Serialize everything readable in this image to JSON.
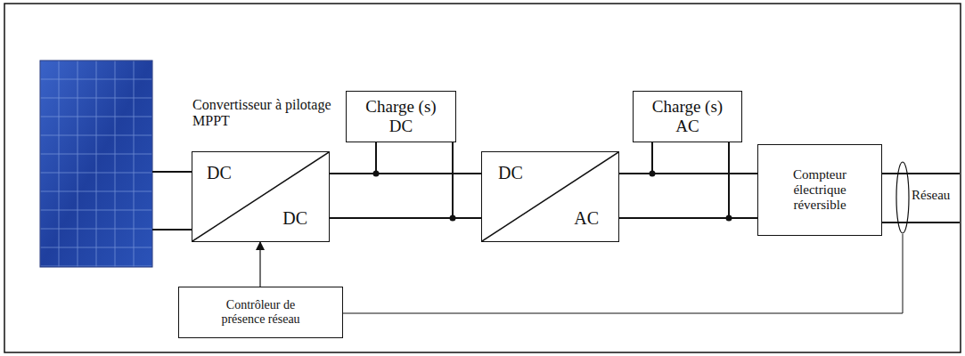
{
  "diagram": {
    "nodes": [
      {
        "text": [
          "Convertisseur à pilotage MPPT",
          "DC",
          "DC"
        ]
      },
      {
        "text": [
          "Charge (s) DC"
        ]
      },
      {
        "text": [
          "DC",
          "AC"
        ]
      },
      {
        "text": [
          "Charge (s) AC"
        ]
      },
      {
        "text": [
          "Compteur électrique réversible"
        ]
      },
      {
        "text": [
          "Contrôleur de présence réseau"
        ]
      }
    ],
    "edges": [
      {
        "from": 0,
        "to": 1,
        "arrow": "none"
      },
      {
        "from": 0,
        "to": 2,
        "arrow": "none"
      },
      {
        "from": 2,
        "to": 3,
        "arrow": "none"
      },
      {
        "from": 2,
        "to": 4,
        "arrow": "none"
      },
      {
        "from": 5,
        "to": 0,
        "arrow": "to"
      }
    ],
    "labels": [
      "Réseau"
    ]
  }
}
